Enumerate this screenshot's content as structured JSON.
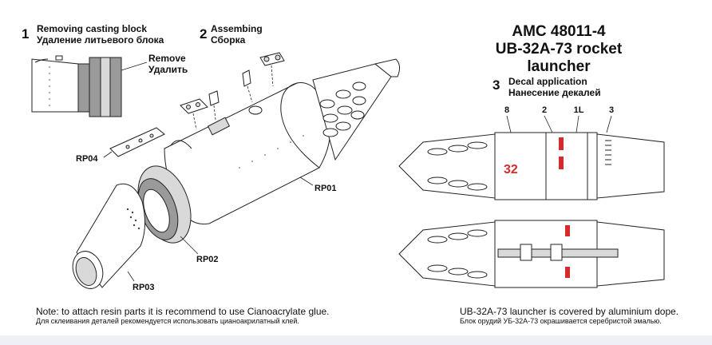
{
  "header": {
    "code": "AMC 48011-4",
    "product": "UB-32A-73  rocket launcher"
  },
  "steps": [
    {
      "number": "1",
      "title_en": "Removing casting block",
      "title_ru": "Удаление литьевого блока"
    },
    {
      "number": "2",
      "title_en": "Assembing",
      "title_ru": "Сборка"
    },
    {
      "number": "3",
      "title_en": "Decal application",
      "title_ru": "Нанесение декалей"
    }
  ],
  "remove_label": {
    "en": "Remove",
    "ru": "Удалить"
  },
  "parts": {
    "rp01": "RP01",
    "rp02": "RP02",
    "rp03": "RP03",
    "rp04": "RP04"
  },
  "decal_callouts": [
    "8",
    "2",
    "1L",
    "3"
  ],
  "decal_number": "32",
  "notes": {
    "glue_en": "Note: to attach resin parts it is recommend to use Cianoacrylate glue.",
    "glue_ru": "Для склеивания деталей рекомендуется использовать цианоакрилатный клей.",
    "dope_en": "UB-32A-73 launcher is covered by aluminium dope.",
    "dope_ru": "Блок орудий УБ-32А-73 окрашивается серебристой эмалью."
  }
}
